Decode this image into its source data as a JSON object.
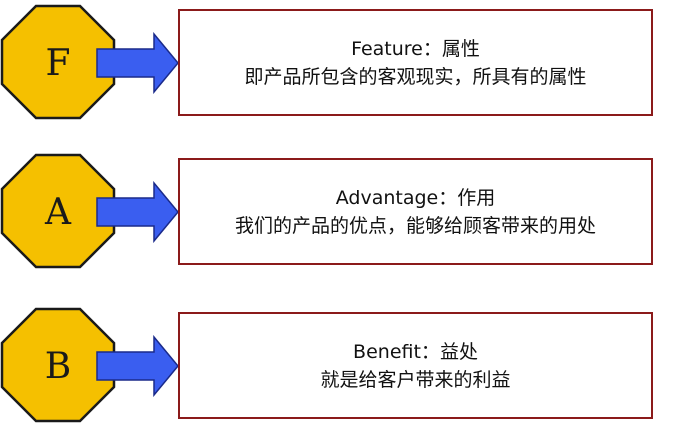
{
  "colors": {
    "octagon_fill": "#f5c000",
    "octagon_stroke": "#1a1a1a",
    "arrow_fill": "#3a5ef0",
    "arrow_stroke": "#1a2a8a",
    "box_border": "#8b1a1a"
  },
  "items": [
    {
      "letter": "F",
      "term": "Feature",
      "separator": "：",
      "term_cn": "属性",
      "description": "即产品所包含的客观现实，所具有的属性"
    },
    {
      "letter": "A",
      "term": "Advantage",
      "separator": "：",
      "term_cn": "作用",
      "description": "我们的产品的优点，能够给顾客带来的用处"
    },
    {
      "letter": "B",
      "term": "Benefit",
      "separator": "：",
      "term_cn": "益处",
      "description": "就是给客户带来的利益"
    }
  ]
}
